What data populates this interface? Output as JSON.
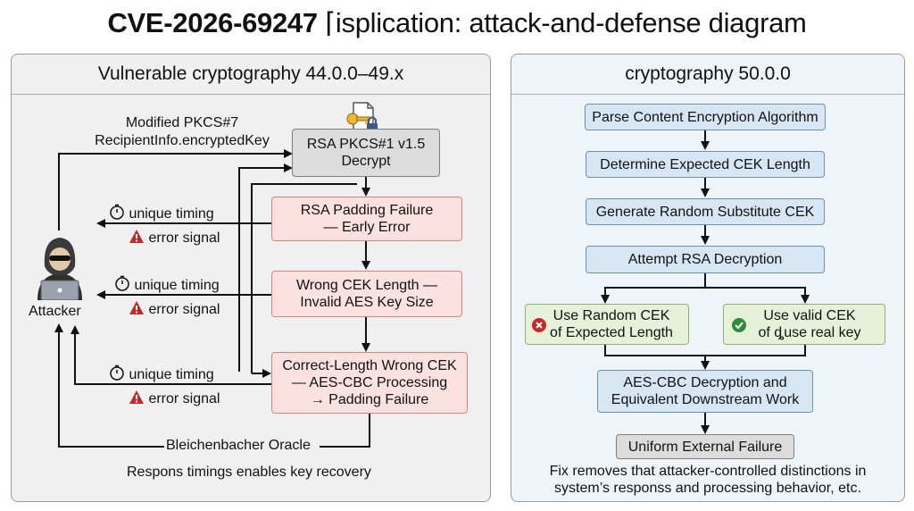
{
  "title": {
    "cve": "CVE-2026-69247",
    "rest": " ⌈isplication: attack-and-defense diagram"
  },
  "left_panel": {
    "heading": "Vulnerable cryptography 44.0.0–49.x",
    "input_label": [
      "Modified PKCS#7",
      "RecipientInfo.encryptedKey"
    ],
    "decrypt_box": [
      "RSA PKCS#1 v1.5",
      "Decrypt"
    ],
    "padding_box": [
      "RSA Padding Failure",
      "— Early Error"
    ],
    "cek_box": [
      "Wrong CEK Length —",
      "Invalid AES Key Size"
    ],
    "correct_box": [
      "Correct-Length Wrong CEK",
      "— AES-CBC Processing",
      "→ Padding Failure"
    ],
    "signals": [
      {
        "timing": "unique timing",
        "error": "error signal"
      },
      {
        "timing": "unique timing",
        "error": "error signal"
      },
      {
        "timing": "unique timing",
        "error": "error signal"
      }
    ],
    "attacker_label": "Attacker",
    "oracle_label": "Bleichenbacher Oracle",
    "footer": "Respons timings enables key recovery"
  },
  "right_panel": {
    "heading": "cryptography 50.0.0",
    "steps": [
      "Parse Content Encryption Algorithm",
      "Determine Expected CEK Length",
      "Generate Random Substitute CEK",
      "Attempt RSA Decryption"
    ],
    "random_cek": [
      "Use Random CEK",
      "of Expected Length"
    ],
    "valid_cek": [
      "Use valid CEK",
      "of ȡuse real key"
    ],
    "aes_box": [
      "AES-CBC Decryption and",
      "Equivalent Downstream Work"
    ],
    "uniform_box": "Uniform External Failure",
    "footer": [
      "Fix removes that attacker-controlled distinctions in",
      "system’s responss and processing behavior, etc."
    ]
  },
  "colors": {
    "red_box": "#fbe1df",
    "blue_box": "#d7e6f3",
    "green_box": "#e6f1d9",
    "gray_box": "#dcdcdc",
    "error_icon": "#c62828",
    "ok_icon": "#2e8b3a"
  },
  "icons": [
    "key-lock-document-icon",
    "hacker-laptop-icon",
    "stopwatch-icon",
    "warning-icon",
    "error-x-icon",
    "check-icon"
  ]
}
